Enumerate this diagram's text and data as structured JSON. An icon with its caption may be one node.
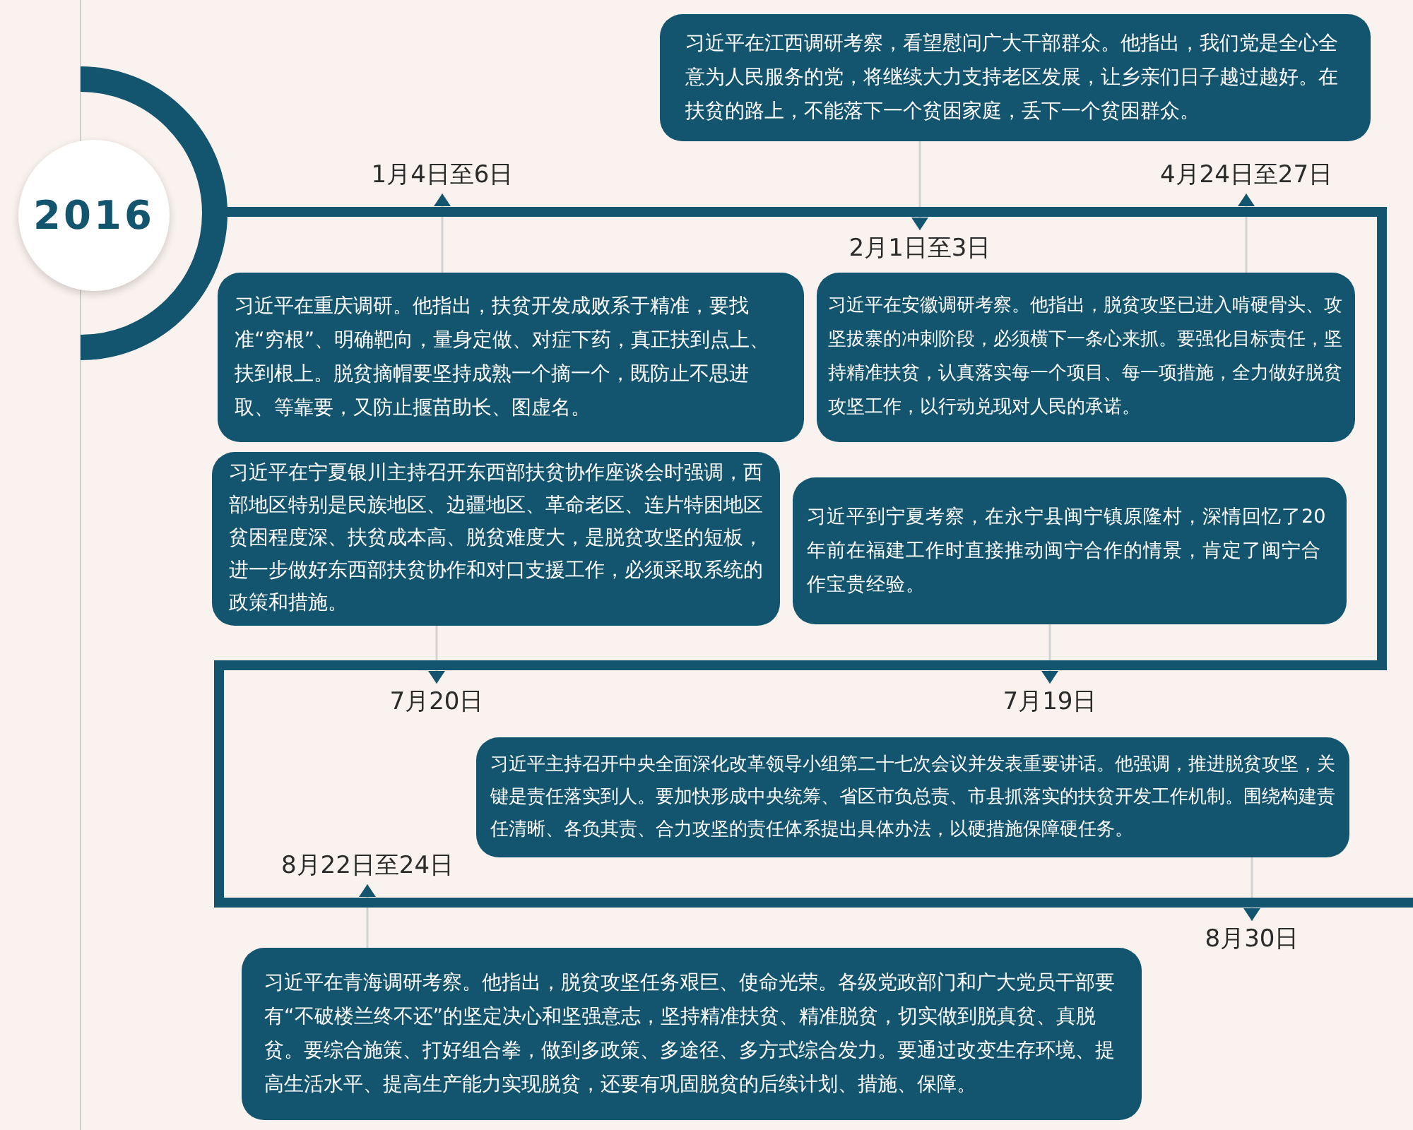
{
  "diagram": {
    "nodes": [
      {
        "text": [
          "2016"
        ]
      },
      {
        "text": [
          "习近平在江西调研考察，看望慰问广大干部群众。他指出，我们党是全心全意为人民服务的党，将继续大力支持老区发展，让乡亲们日子越过越好。在扶贫的路上，不能落下一个贫困家庭，丢下一个贫困群众。"
        ]
      },
      {
        "text": [
          "1月4日至6日"
        ]
      },
      {
        "text": [
          "4月24日至27日"
        ]
      },
      {
        "text": [
          "2月1日至3日"
        ]
      },
      {
        "text": [
          "习近平在重庆调研。他指出，扶贫开发成败系于精准，要找准“穷根”、明确靶向，量身定做、对症下药，真正扶到点上、扶到根上。脱贫摘帽要坚持成熟一个摘一个，既防止不思进取、等靠要，又防止揠苗助长、图虚名。"
        ]
      },
      {
        "text": [
          "习近平在安徽调研考察。他指出，脱贫攻坚已进入啃硬骨头、攻坚拔寨的冲刺阶段，必须横下一条心来抓。要强化目标责任，坚持精准扶贫，认真落实每一个项目、每一项措施，全力做好脱贫攻坚工作，以行动兑现对人民的承诺。"
        ]
      },
      {
        "text": [
          "习近平在宁夏银川主持召开东西部扶贫协作座谈会时强调，西部地区特别是民族地区、边疆地区、革命老区、连片特困地区贫困程度深、扶贫成本高、脱贫难度大，是脱贫攻坚的短板，进一步做好东西部扶贫协作和对口支援工作，必须采取系统的政策和措施。"
        ]
      },
      {
        "text": [
          "习近平到宁夏考察，在永宁县闽宁镇原隆村，深情回忆了20年前在福建工作时直接推动闽宁合作的情景，肯定了闽宁合作宝贵经验。"
        ]
      },
      {
        "text": [
          "7月20日"
        ]
      },
      {
        "text": [
          "7月19日"
        ]
      },
      {
        "text": [
          "习近平主持召开中央全面深化改革领导小组第二十七次会议并发表重要讲话。他强调，推进脱贫攻坚，关键是责任落实到人。要加快形成中央统筹、省区市负总责、市县抓落实的扶贫开发工作机制。围绕构建责任清晰、各负其责、合力攻坚的责任体系提出具体办法，以硬措施保障硬任务。"
        ]
      },
      {
        "text": [
          "8月22日至24日"
        ]
      },
      {
        "text": [
          "8月30日"
        ]
      },
      {
        "text": [
          "习近平在青海调研考察。他指出，脱贫攻坚任务艰巨、使命光荣。各级党政部门和广大党员干部要有“不破楼兰终不还”的坚定决心和坚强意志，坚持精准扶贫、精准脱贫，切实做到脱真贫、真脱贫。要综合施策、打好组合拳，做到多政策、多途径、多方式综合发力。要通过改变生存环境、提高生活水平、提高生产能力实现脱贫，还要有巩固脱贫的后续计划、措施、保障。"
        ]
      }
    ],
    "edges": [
      {
        "from": 1,
        "to": 4,
        "arrow": "to"
      },
      {
        "from": 5,
        "to": 2,
        "arrow": "to"
      },
      {
        "from": 6,
        "to": 3,
        "arrow": "to"
      },
      {
        "from": 7,
        "to": 9,
        "arrow": "to"
      },
      {
        "from": 8,
        "to": 10,
        "arrow": "to"
      },
      {
        "from": 11,
        "to": 13,
        "arrow": "to"
      },
      {
        "from": 14,
        "to": 12,
        "arrow": "to"
      }
    ]
  }
}
